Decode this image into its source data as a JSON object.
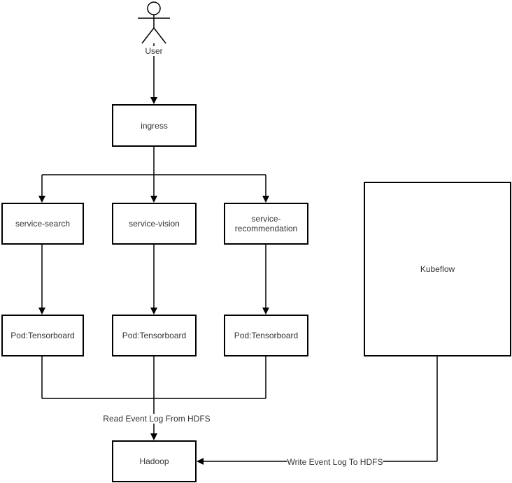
{
  "diagram": {
    "actor": {
      "label": "User"
    },
    "nodes": {
      "ingress": {
        "label": "ingress"
      },
      "service_search": {
        "label": "service-search"
      },
      "service_vision": {
        "label": "service-vision"
      },
      "service_recommendation": {
        "label": "service-recommendation"
      },
      "pod_search": {
        "label": "Pod:Tensorboard"
      },
      "pod_vision": {
        "label": "Pod:Tensorboard"
      },
      "pod_recommendation": {
        "label": "Pod:Tensorboard"
      },
      "kubeflow": {
        "label": "Kubeflow"
      },
      "hadoop": {
        "label": "Hadoop"
      }
    },
    "edge_labels": {
      "read": "Read Event Log From HDFS",
      "write": "Write Event Log To HDFS"
    },
    "colors": {
      "stroke": "#000000",
      "text": "#333333",
      "canvas": "#ffffff"
    }
  }
}
